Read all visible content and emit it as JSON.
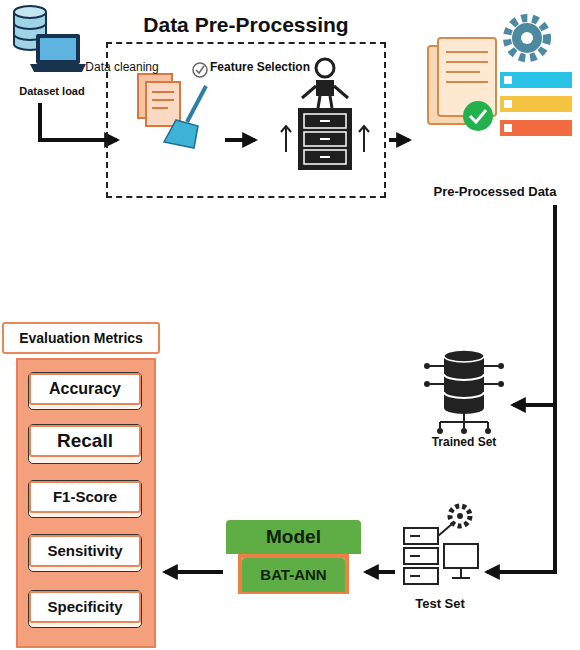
{
  "diagram": {
    "nodes": [
      {
        "text": [
          "Dataset load"
        ]
      },
      {
        "text": [
          "Data Pre-Processing"
        ]
      },
      {
        "text": [
          "Data cleaning"
        ],
        "in": 1
      },
      {
        "text": [
          "Feature Selection"
        ],
        "in": 1
      },
      {
        "text": [
          "Pre-Processed Data"
        ]
      },
      {
        "text": [
          "Trained Set"
        ]
      },
      {
        "text": [
          "Test Set"
        ]
      },
      {
        "text": [
          "Model"
        ]
      },
      {
        "text": [
          "BAT-ANN"
        ],
        "in": 7
      },
      {
        "text": [
          "Evaluation Metrics"
        ]
      },
      {
        "text": [
          "Accuracy"
        ],
        "in": 9
      },
      {
        "text": [
          "Recall"
        ],
        "in": 9
      },
      {
        "text": [
          "F1-Score"
        ],
        "in": 9
      },
      {
        "text": [
          "Sensitivity"
        ],
        "in": 9
      },
      {
        "text": [
          "Specificity"
        ],
        "in": 9
      }
    ],
    "edges": [
      {
        "from": 0,
        "to": 2,
        "arrow": "to"
      },
      {
        "from": 2,
        "to": 3,
        "arrow": "to"
      },
      {
        "from": 1,
        "to": 4,
        "arrow": "to"
      },
      {
        "from": 4,
        "to": 5,
        "arrow": "to"
      },
      {
        "from": 4,
        "to": 6,
        "arrow": "to"
      },
      {
        "from": 6,
        "to": 7,
        "arrow": "to"
      },
      {
        "from": 7,
        "to": 9,
        "arrow": "to"
      }
    ]
  }
}
